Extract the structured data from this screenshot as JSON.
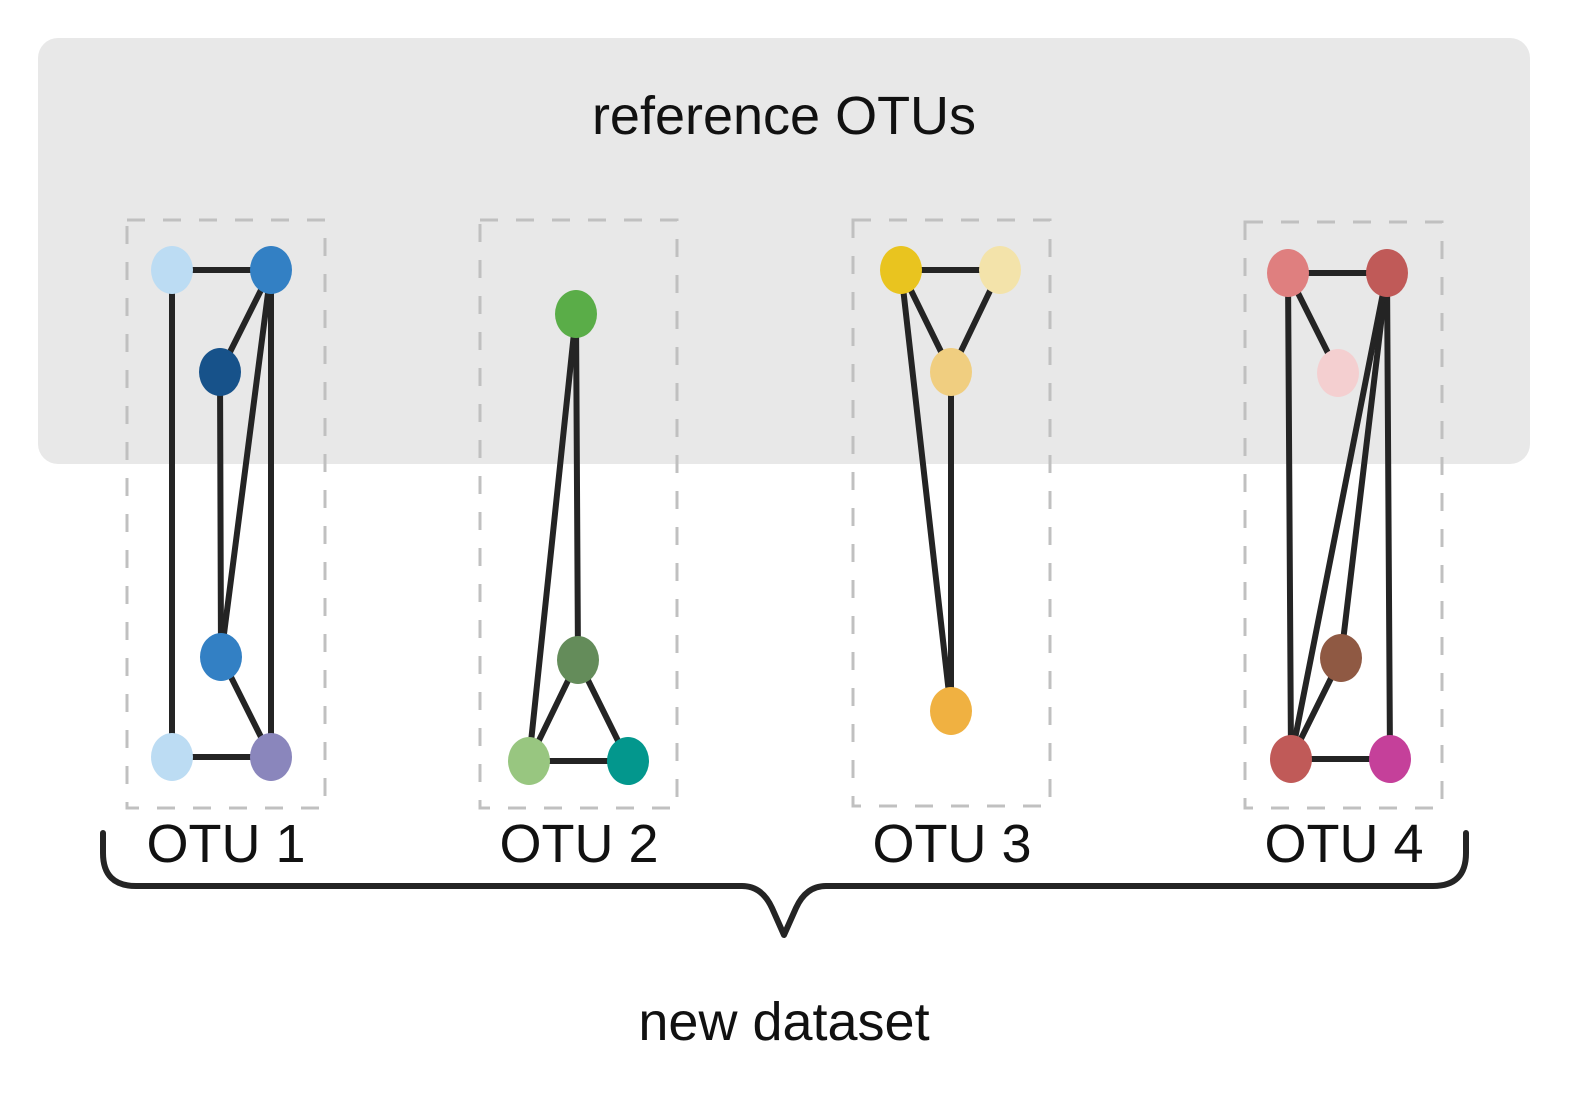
{
  "title": "reference OTUs",
  "footer": "new dataset",
  "colors": {
    "panel": "#e8e8e8",
    "edge": "#242424",
    "dashed_box": "#c0c0c0"
  },
  "otus": [
    {
      "label": "OTU 1",
      "nodes": [
        {
          "id": "a",
          "color": "#bcdcf3"
        },
        {
          "id": "b",
          "color": "#3380c4"
        },
        {
          "id": "c",
          "color": "#17528a"
        },
        {
          "id": "d",
          "color": "#3380c4"
        },
        {
          "id": "e",
          "color": "#bcdcf3"
        },
        {
          "id": "f",
          "color": "#8a86bc"
        }
      ],
      "edges": [
        [
          "a",
          "b"
        ],
        [
          "a",
          "e"
        ],
        [
          "b",
          "c"
        ],
        [
          "b",
          "d"
        ],
        [
          "b",
          "f"
        ],
        [
          "c",
          "d"
        ],
        [
          "d",
          "f"
        ],
        [
          "e",
          "f"
        ]
      ]
    },
    {
      "label": "OTU 2",
      "nodes": [
        {
          "id": "a",
          "color": "#5aad48"
        },
        {
          "id": "b",
          "color": "#648c5a"
        },
        {
          "id": "c",
          "color": "#98c680"
        },
        {
          "id": "d",
          "color": "#03978d"
        }
      ],
      "edges": [
        [
          "a",
          "b"
        ],
        [
          "a",
          "c"
        ],
        [
          "b",
          "c"
        ],
        [
          "b",
          "d"
        ],
        [
          "c",
          "d"
        ]
      ]
    },
    {
      "label": "OTU 3",
      "nodes": [
        {
          "id": "a",
          "color": "#e9c41f"
        },
        {
          "id": "b",
          "color": "#f3e3aa"
        },
        {
          "id": "c",
          "color": "#f0ce80"
        },
        {
          "id": "d",
          "color": "#f0b141"
        }
      ],
      "edges": [
        [
          "a",
          "b"
        ],
        [
          "a",
          "c"
        ],
        [
          "b",
          "c"
        ],
        [
          "a",
          "d"
        ],
        [
          "c",
          "d"
        ]
      ]
    },
    {
      "label": "OTU 4",
      "nodes": [
        {
          "id": "a",
          "color": "#df7f7f"
        },
        {
          "id": "b",
          "color": "#c05a58"
        },
        {
          "id": "c",
          "color": "#f4cfd0"
        },
        {
          "id": "d",
          "color": "#8f5943"
        },
        {
          "id": "e",
          "color": "#c05a58"
        },
        {
          "id": "f",
          "color": "#c5409a"
        }
      ],
      "edges": [
        [
          "a",
          "b"
        ],
        [
          "a",
          "c"
        ],
        [
          "a",
          "e"
        ],
        [
          "b",
          "d"
        ],
        [
          "b",
          "e"
        ],
        [
          "b",
          "f"
        ],
        [
          "d",
          "e"
        ],
        [
          "e",
          "f"
        ]
      ]
    }
  ]
}
